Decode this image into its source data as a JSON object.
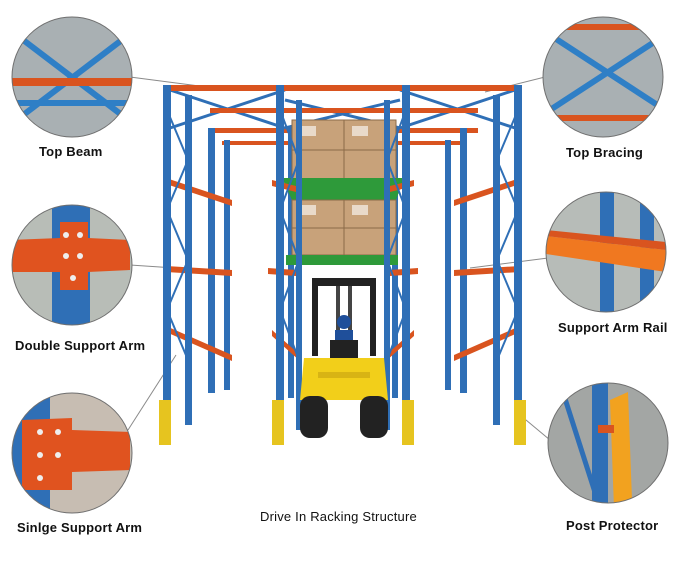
{
  "diagram": {
    "title": "Drive In Racking Structure",
    "callouts": {
      "top_beam": "Top Beam",
      "top_bracing": "Top Bracing",
      "double_support_arm": "Double Support Arm",
      "support_arm_rail": "Support Arm Rail",
      "single_support_arm": "Sinlge Support Arm",
      "post_protector": "Post Protector"
    },
    "colors": {
      "upright_blue": "#2f6fb6",
      "beam_orange": "#d9541f",
      "pallet_green": "#2e9a3a",
      "forklift_yellow": "#f2cf1a",
      "box_brown": "#c8a27a",
      "protector_yellow": "#e6c41f"
    }
  }
}
